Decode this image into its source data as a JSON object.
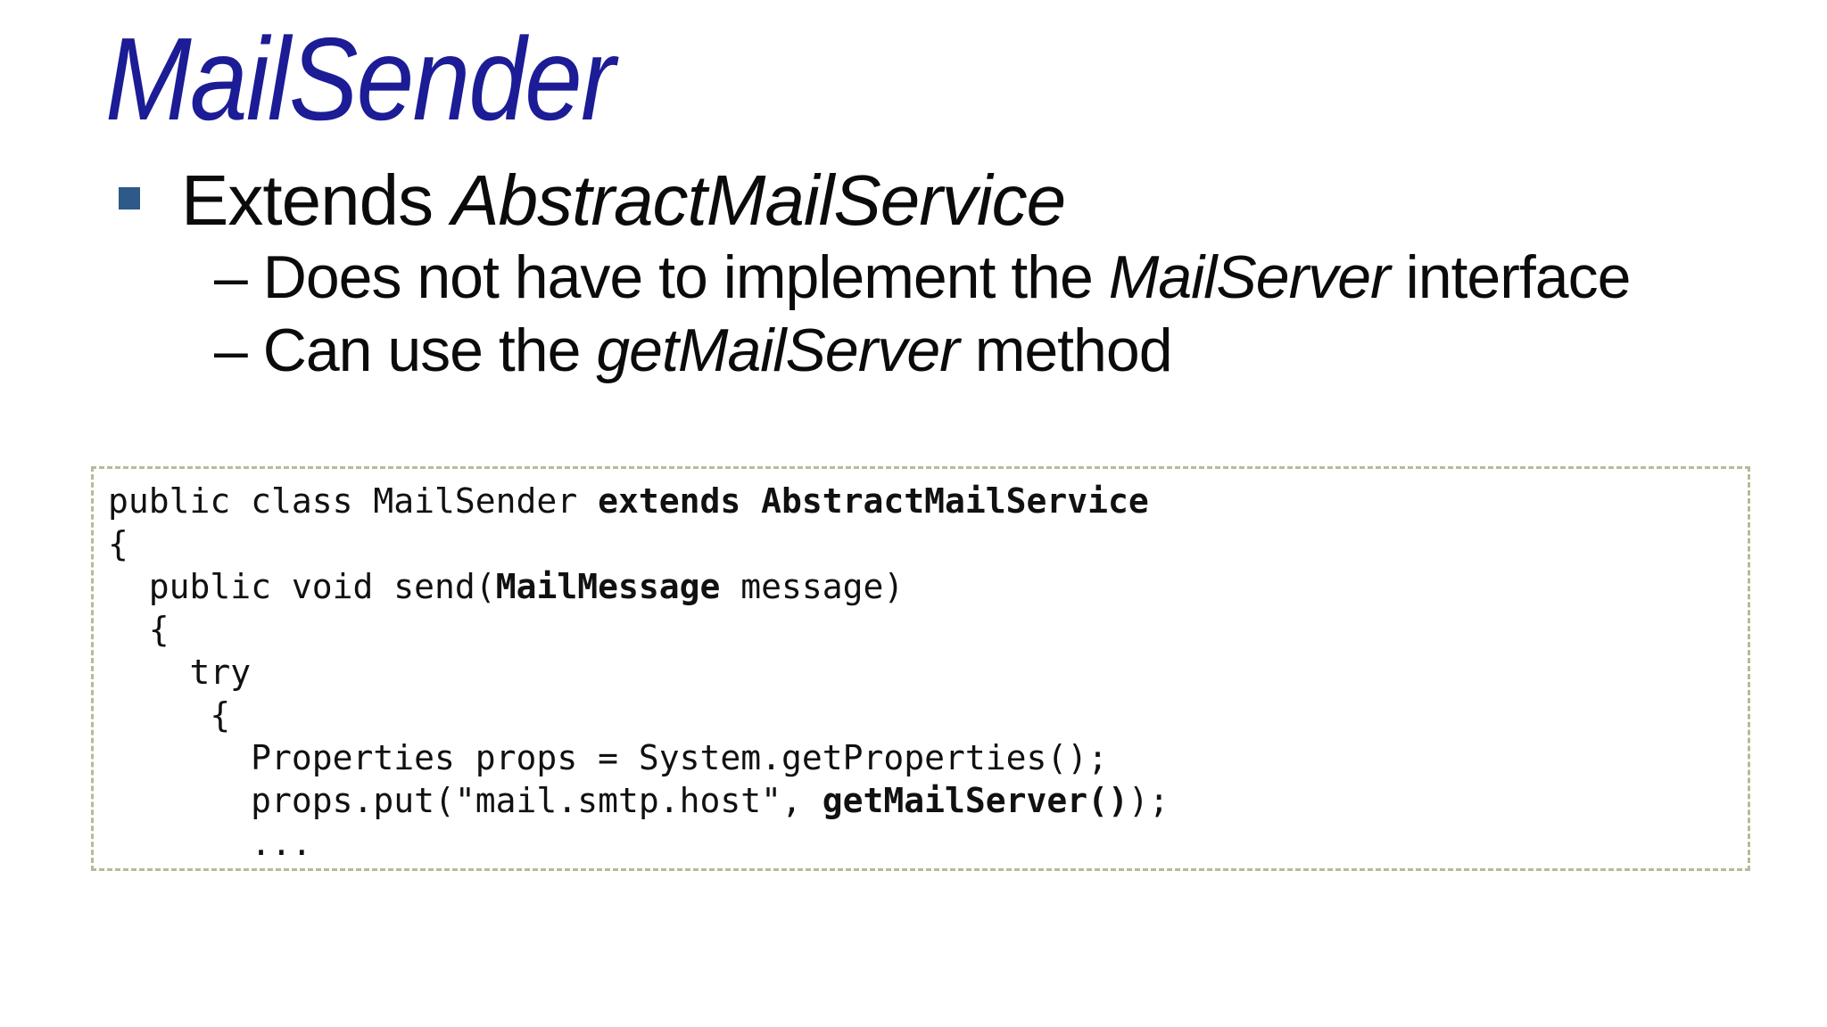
{
  "page": {
    "background_color": "#ffffff"
  },
  "title": {
    "text": "MailSender",
    "color": "#1c1c96"
  },
  "bullets": {
    "main": {
      "marker_color": "#2d5a88",
      "segments": [
        {
          "text": "Extends ",
          "italic": false
        },
        {
          "text": "AbstractMailService",
          "italic": true
        }
      ]
    },
    "subs": [
      {
        "segments": [
          {
            "text": "– Does not have to implement the ",
            "italic": false
          },
          {
            "text": "MailServer",
            "italic": true
          },
          {
            "text": " interface",
            "italic": false
          }
        ]
      },
      {
        "segments": [
          {
            "text": "– Can use the ",
            "italic": false
          },
          {
            "text": "getMailServer",
            "italic": true
          },
          {
            "text": " method",
            "italic": false
          }
        ]
      }
    ]
  },
  "code_block": {
    "border_color": "#b9b99b",
    "lines": [
      {
        "segments": [
          {
            "text": "public class MailSender ",
            "bold": false
          },
          {
            "text": "extends AbstractMailService",
            "bold": true
          }
        ]
      },
      {
        "segments": [
          {
            "text": "{",
            "bold": false
          }
        ]
      },
      {
        "segments": [
          {
            "text": "  public void send(",
            "bold": false
          },
          {
            "text": "MailMessage",
            "bold": true
          },
          {
            "text": " message)",
            "bold": false
          }
        ]
      },
      {
        "segments": [
          {
            "text": "  {",
            "bold": false
          }
        ]
      },
      {
        "segments": [
          {
            "text": "    try",
            "bold": false
          }
        ]
      },
      {
        "segments": [
          {
            "text": "     {",
            "bold": false
          }
        ]
      },
      {
        "segments": [
          {
            "text": "       Properties props = System.getProperties();",
            "bold": false
          }
        ]
      },
      {
        "segments": [
          {
            "text": "       props.put(\"mail.smtp.host\", ",
            "bold": false
          },
          {
            "text": "getMailServer()",
            "bold": true
          },
          {
            "text": ");",
            "bold": false
          }
        ]
      },
      {
        "segments": [
          {
            "text": "       ...",
            "bold": false
          }
        ]
      }
    ]
  }
}
